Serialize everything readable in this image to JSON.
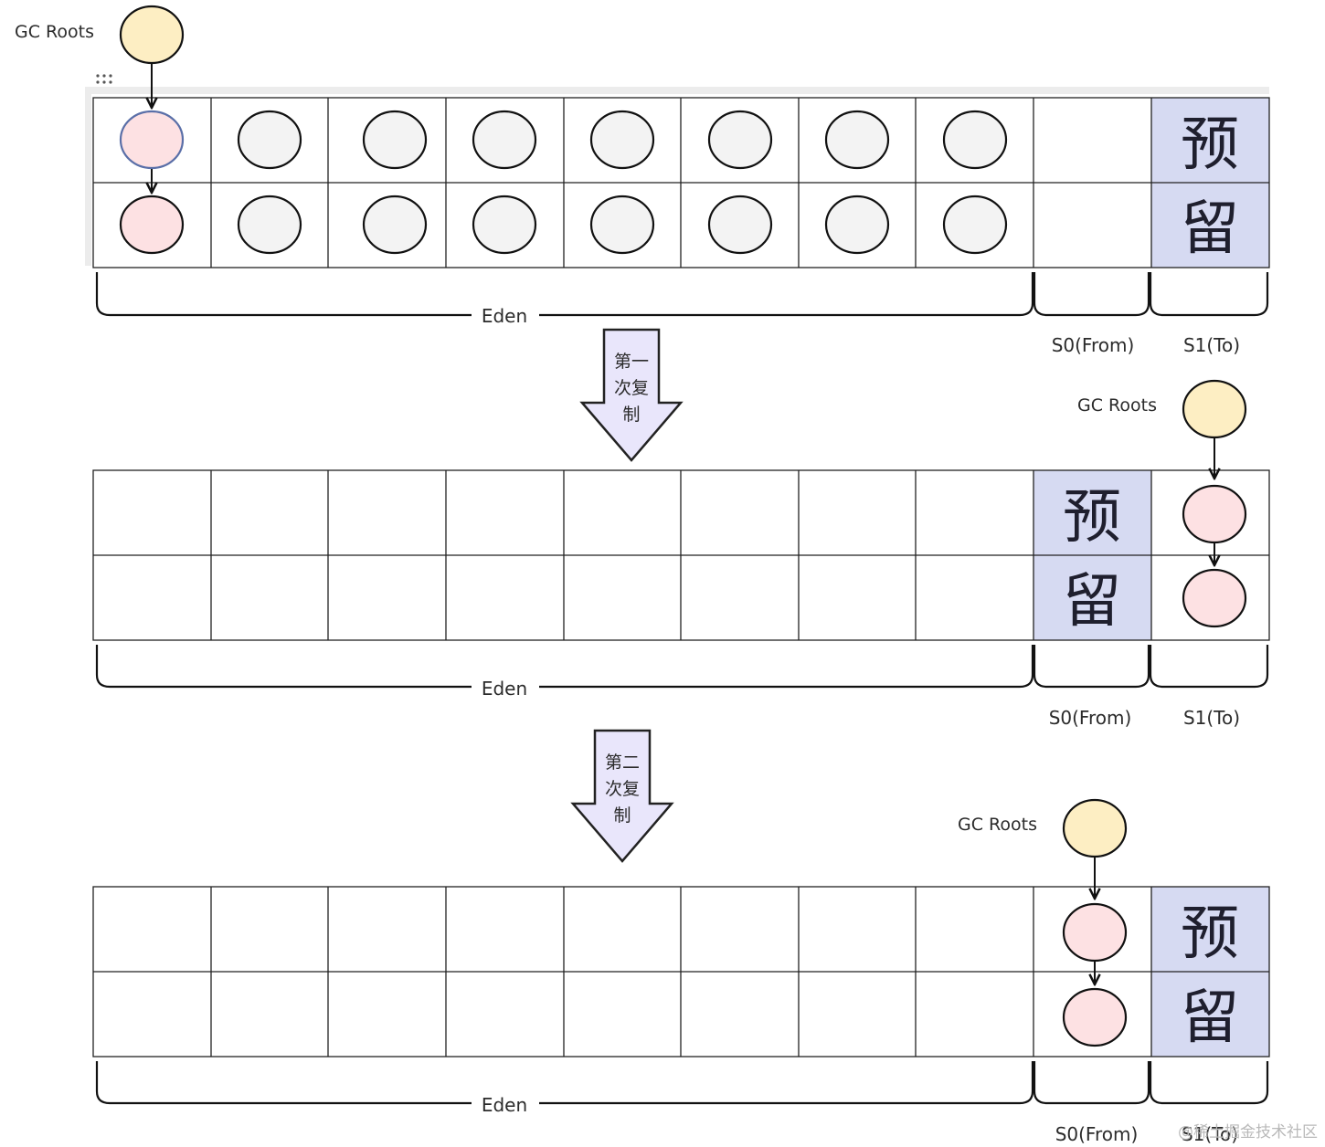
{
  "gc_roots_label": "GC Roots",
  "eden_label": "Eden",
  "s0_label": "S0(From)",
  "s1_label": "S1(To)",
  "reserved_top": "预",
  "reserved_bottom": "留",
  "copy1_lines": [
    "第一",
    "次复",
    "制"
  ],
  "copy2_lines": [
    "第二",
    "次复",
    "制"
  ],
  "watermark": "@稀土掘金技术社区",
  "colors": {
    "root": "#fdeec3",
    "live": "#fde1e3",
    "garbage": "#f3f3f3",
    "reserved": "#d6daf2",
    "arrow_fill": "#e9e6fb"
  },
  "stages": [
    {
      "reserved_column": 9,
      "live_column": 0,
      "garbage_columns": [
        1,
        2,
        3,
        4,
        5,
        6,
        7
      ],
      "root_column": 0
    },
    {
      "reserved_column": 8,
      "live_column": 9,
      "garbage_columns": [],
      "root_column": 9
    },
    {
      "reserved_column": 9,
      "live_column": 8,
      "garbage_columns": [],
      "root_column": 8
    }
  ]
}
